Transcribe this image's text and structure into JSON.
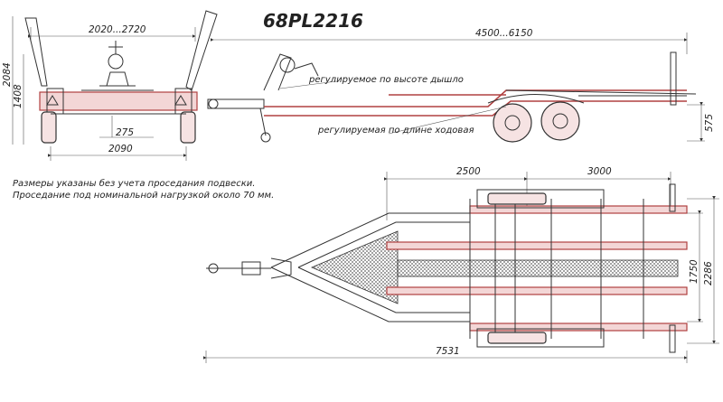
{
  "model": "68PL2216",
  "dimensions": {
    "width_range": "2020...2720",
    "length_range": "4500...6150",
    "height_max": "2084",
    "height_mid": "1408",
    "track": "2090",
    "ground": "275",
    "axle_height": "575",
    "front_to_axle": "2500",
    "bunk_length": "3000",
    "inner_width": "1750",
    "overall_width": "2286",
    "overall_length": "7531"
  },
  "callouts": {
    "drawbar": "регулируемое по высоте дышло",
    "running_gear": "регулируемая по длине ходовая"
  },
  "notes": {
    "line1": "Размеры указаны без учета проседания подвески.",
    "line2": "Проседание под номинальной нагрузкой около 70 мм."
  },
  "colors": {
    "frame": "#b04040",
    "tint": "#f3d6d6",
    "ink": "#333333"
  }
}
